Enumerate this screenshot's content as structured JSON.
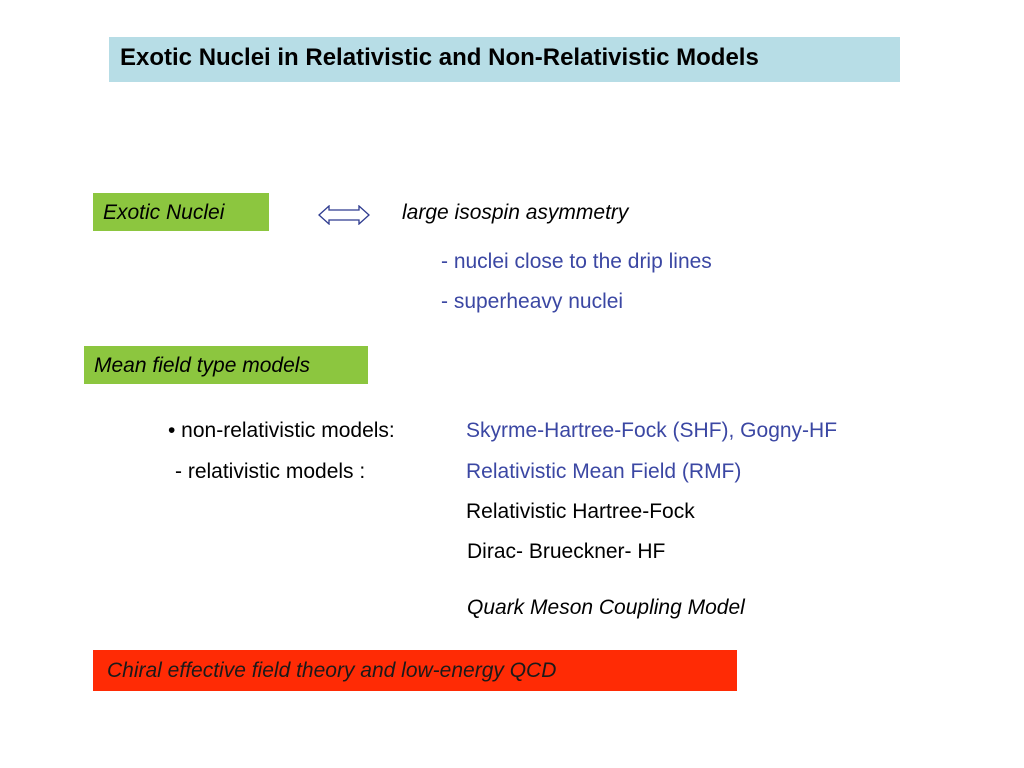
{
  "title": "Exotic Nuclei in Relativistic and Non-Relativistic Models",
  "exotic": {
    "label": "Exotic Nuclei",
    "arrow_icon": "double-arrow-icon",
    "description": "large isospin asymmetry",
    "points": [
      "- nuclei close to the drip lines",
      "- superheavy nuclei"
    ]
  },
  "mean_field": {
    "label": "Mean field type models",
    "nonrel_label": "• non-relativistic models:",
    "nonrel_value": "Skyrme-Hartree-Fock (SHF), Gogny-HF",
    "rel_label": "- relativistic models :",
    "rel_values": [
      "Relativistic Mean Field (RMF)",
      "Relativistic Hartree-Fock",
      "Dirac- Brueckner- HF"
    ],
    "qmc": "Quark Meson Coupling Model"
  },
  "chiral": {
    "label": "Chiral effective field theory  and low-energy QCD"
  },
  "colors": {
    "title_bg": "#b7dde6",
    "green_box": "#8cc63f",
    "red_box": "#ff2b05",
    "blue_text": "#3b47a3"
  }
}
